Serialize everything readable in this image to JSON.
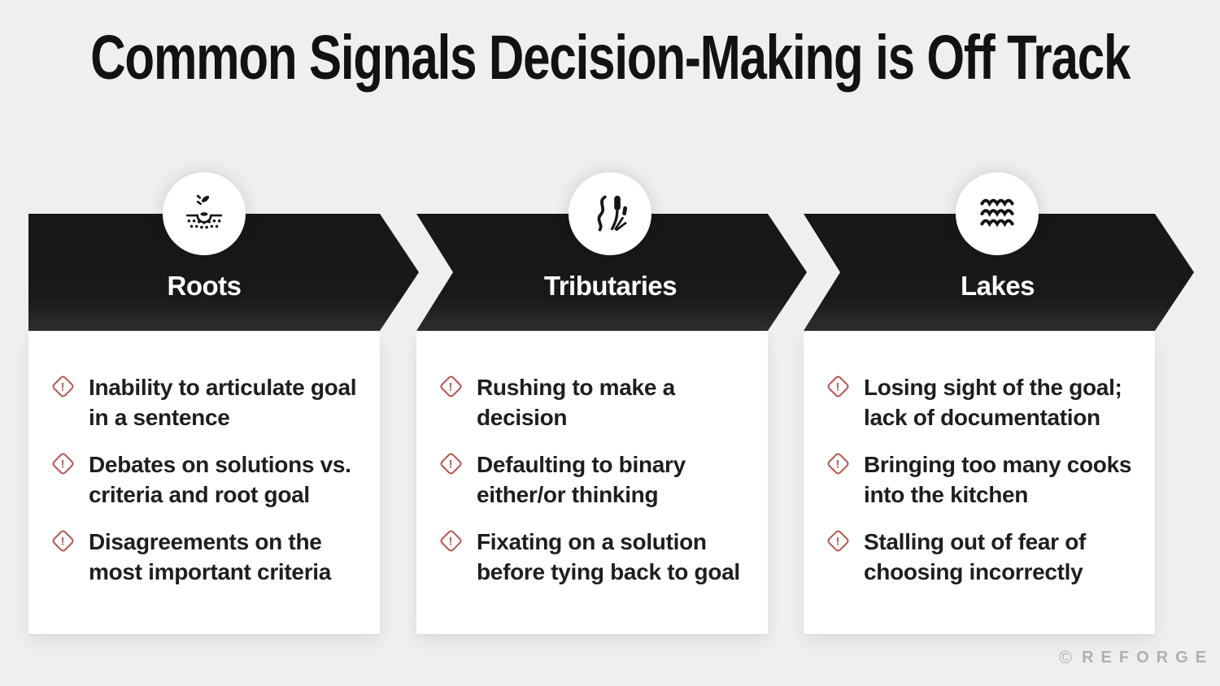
{
  "title": "Common Signals Decision-Making is Off Track",
  "colors": {
    "background": "#efefef",
    "arrow_black": "#19191a",
    "panel_white": "#ffffff",
    "accent_red": "#b4534d",
    "body_text": "#1e1e1e",
    "footer_gray": "#b1b0ae"
  },
  "bullet_icon": "alert-diamond-icon",
  "bullet_glyph": "!",
  "columns": [
    {
      "label": "Roots",
      "icon": "seed-in-soil-icon",
      "items": [
        "Inability to articulate goal in a sentence",
        "Debates on solutions vs. criteria and root goal",
        "Disagreements on the most important criteria"
      ]
    },
    {
      "label": "Tributaries",
      "icon": "cattails-river-icon",
      "items": [
        "Rushing to make a decision",
        "Defaulting to binary either/or thinking",
        "Fixating on a solution before tying back to goal"
      ]
    },
    {
      "label": "Lakes",
      "icon": "waves-icon",
      "items": [
        "Losing sight of the goal; lack of documentation",
        "Bringing too many cooks into the kitchen",
        "Stalling out of fear of choosing incorrectly"
      ]
    }
  ],
  "footer": {
    "copyright_symbol": "©",
    "brand": "REFORGE"
  }
}
